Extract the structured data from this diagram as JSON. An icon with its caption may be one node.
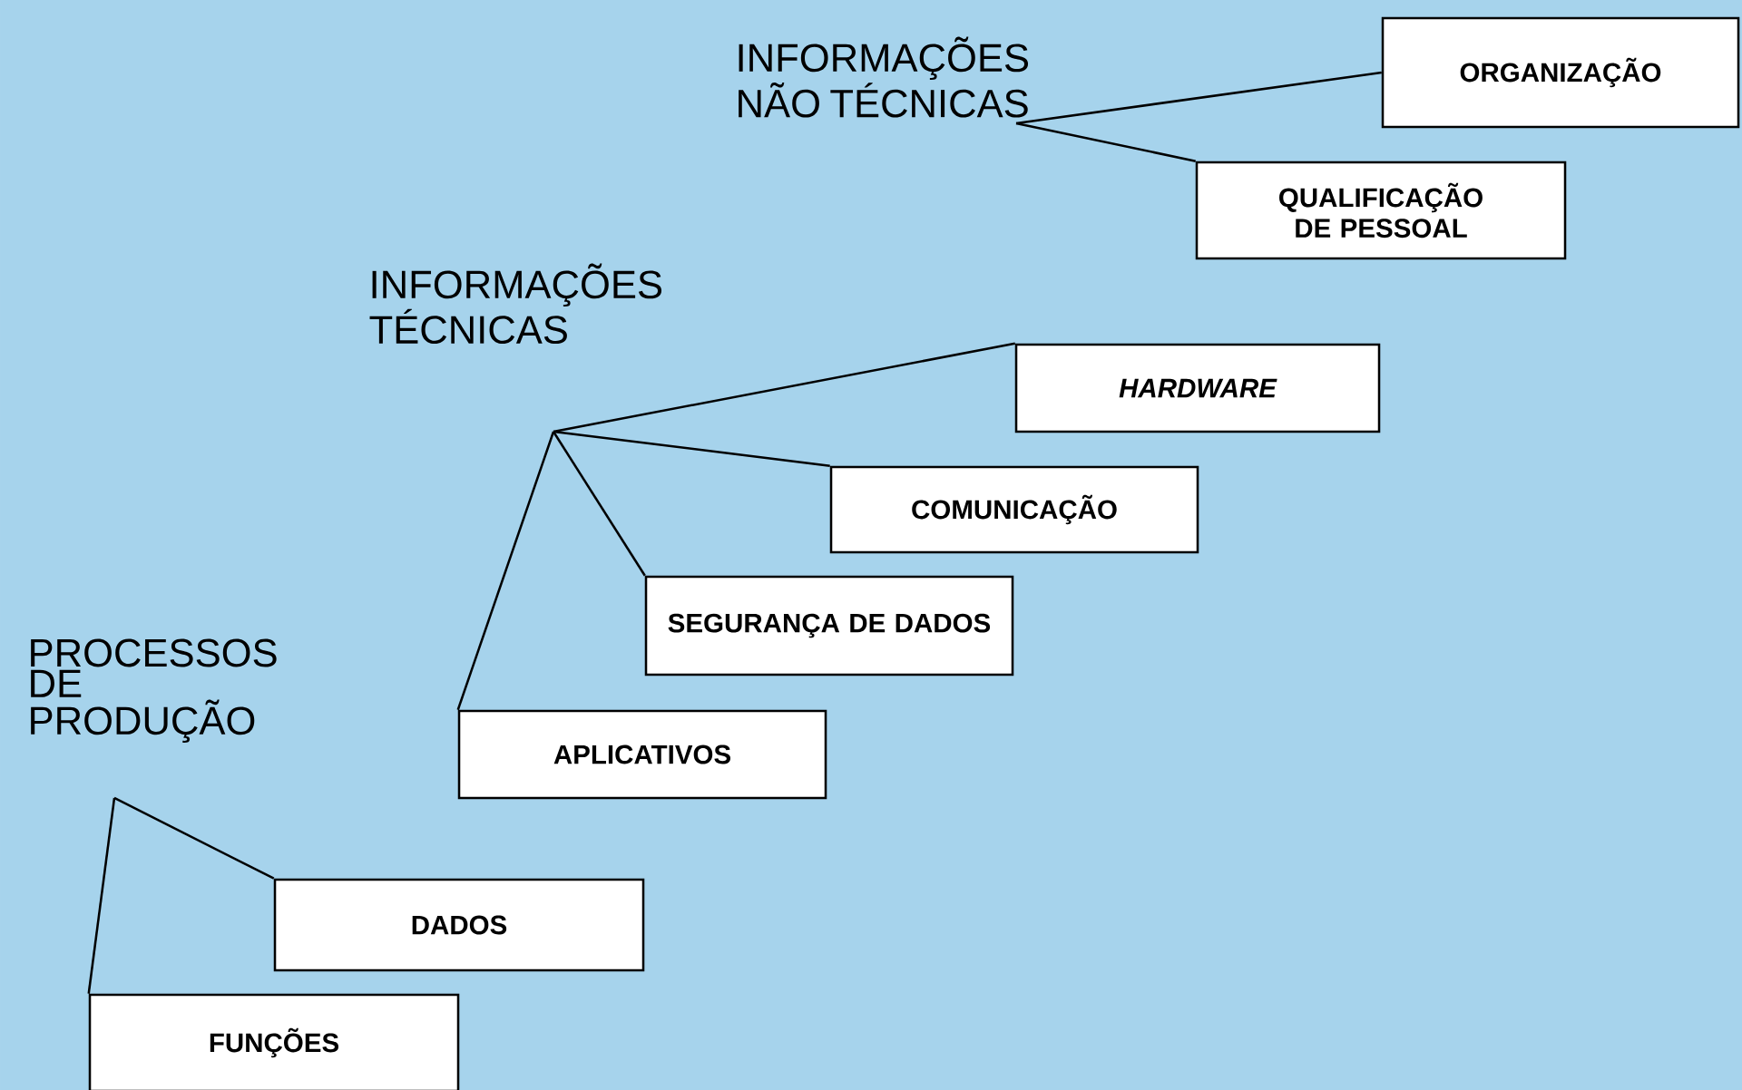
{
  "diagram": {
    "nodes": [
      {
        "text": [
          "INFORMAÇÕES NÃO TÉCNICAS"
        ]
      },
      {
        "text": [
          "ORGANIZAÇÃO"
        ]
      },
      {
        "text": [
          "QUALIFICAÇÃO DE PESSOAL"
        ]
      },
      {
        "text": [
          "INFORMAÇÕES TÉCNICAS"
        ]
      },
      {
        "text": [
          "HARDWARE"
        ]
      },
      {
        "text": [
          "COMUNICAÇÃO"
        ]
      },
      {
        "text": [
          "SEGURANÇA DE DADOS"
        ]
      },
      {
        "text": [
          "APLICATIVOS"
        ]
      },
      {
        "text": [
          "PROCESSOS DE PRODUÇÃO"
        ]
      },
      {
        "text": [
          "DADOS"
        ]
      },
      {
        "text": [
          "FUNÇÕES"
        ]
      }
    ],
    "edges": [
      {
        "from": 0,
        "to": 1,
        "arrow": "none"
      },
      {
        "from": 0,
        "to": 2,
        "arrow": "none"
      },
      {
        "from": 3,
        "to": 4,
        "arrow": "none"
      },
      {
        "from": 3,
        "to": 5,
        "arrow": "none"
      },
      {
        "from": 3,
        "to": 6,
        "arrow": "none"
      },
      {
        "from": 3,
        "to": 7,
        "arrow": "none"
      },
      {
        "from": 8,
        "to": 9,
        "arrow": "none"
      },
      {
        "from": 8,
        "to": 10,
        "arrow": "none"
      }
    ]
  }
}
